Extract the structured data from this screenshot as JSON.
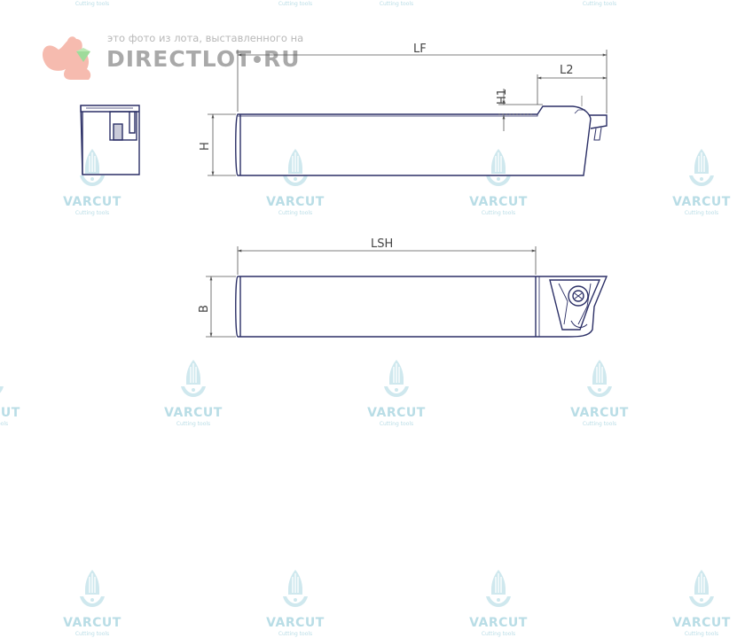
{
  "banner": {
    "caption": "это фото из лота, выставленного на",
    "brand": "DIRECTLOT",
    "brand_suffix": "RU"
  },
  "watermark": {
    "brand": "VARCUT",
    "subtitle": "Cutting tools",
    "color": "#b9dde6"
  },
  "drawing": {
    "line_color": "#2b2f66",
    "dimension_color": "#555555",
    "dimensions": {
      "lf": "LF",
      "l2": "L2",
      "h1": "H1",
      "h": "H",
      "lsh": "LSH",
      "b": "B"
    }
  }
}
